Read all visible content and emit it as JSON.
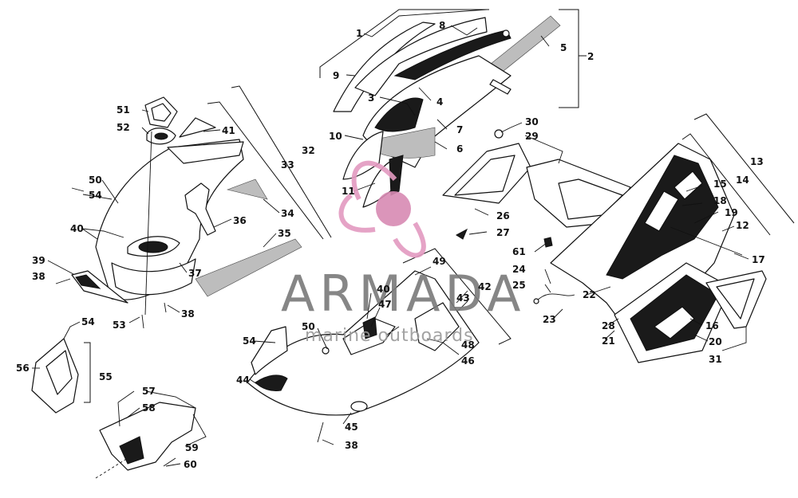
{
  "watermark": {
    "brand": "ARMADA",
    "tagline": "marine outboards",
    "logo_color": "#e39ac0",
    "logo_core_color": "#d88ab3",
    "text_color": "#7a7a7a"
  },
  "callouts": {
    "c1": "1",
    "c2": "2",
    "c3": "3",
    "c4": "4",
    "c5": "5",
    "c6": "6",
    "c7": "7",
    "c8": "8",
    "c9": "9",
    "c10": "10",
    "c11": "11",
    "c12": "12",
    "c13": "13",
    "c14": "14",
    "c15": "15",
    "c16": "16",
    "c17": "17",
    "c18": "18",
    "c19": "19",
    "c20": "20",
    "c21": "21",
    "c22": "22",
    "c23": "23",
    "c24": "24",
    "c25": "25",
    "c26": "26",
    "c27": "27",
    "c28": "28",
    "c29": "29",
    "c30": "30",
    "c31": "31",
    "c32": "32",
    "c33": "33",
    "c34": "34",
    "c35": "35",
    "c36": "36",
    "c37": "37",
    "c38a": "38",
    "c38b": "38",
    "c38c": "38",
    "c39": "39",
    "c40a": "40",
    "c40b": "40",
    "c41": "41",
    "c42": "42",
    "c43": "43",
    "c44": "44",
    "c45": "45",
    "c46": "46",
    "c47": "47",
    "c48": "48",
    "c49": "49",
    "c50a": "50",
    "c50b": "50",
    "c51": "51",
    "c52": "52",
    "c53": "53",
    "c54a": "54",
    "c54b": "54",
    "c54c": "54",
    "c55": "55",
    "c56": "56",
    "c57": "57",
    "c58": "58",
    "c59": "59",
    "c60": "60",
    "c61": "61"
  }
}
